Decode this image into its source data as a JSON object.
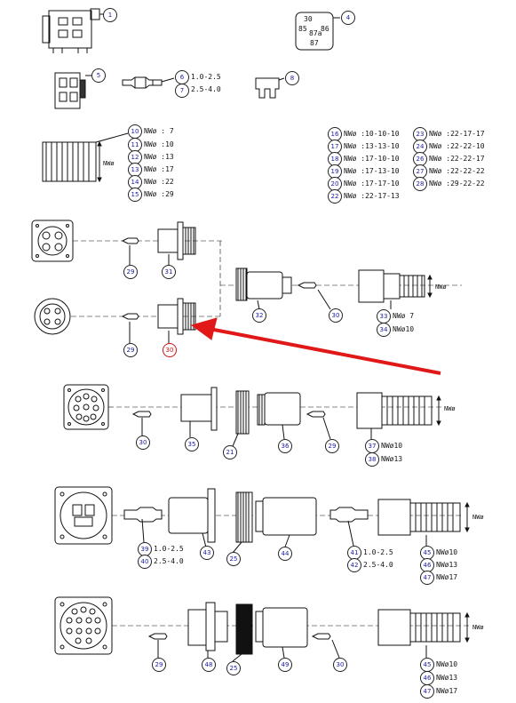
{
  "relay_pins": [
    "30",
    "85",
    "86",
    "87a",
    "87"
  ],
  "wire_ranges": {
    "a": "1.0-2.5",
    "b": "2.5-4.0"
  },
  "nw_tags": {
    "nw7": "NWø : 7",
    "nw10": "NWø :10",
    "nw13": "NWø :13",
    "nw17": "NWø :17",
    "nw22": "NWø :22",
    "nw29": "NWø :29",
    "nw": "NWø",
    "c7": "NWø 7",
    "c10": "NWø10",
    "c13": "NWø13",
    "c17": "NWø17"
  },
  "nw_triples": {
    "t16": "NWø :10-10-10",
    "t17": "NWø :13-13-10",
    "t18": "NWø :17-10-10",
    "t19": "NWø :17-13-10",
    "t20": "NWø :17-17-10",
    "t22": "NWø :22-17-13",
    "t23": "NWø :22-17-17",
    "t24": "NWø :22-22-10",
    "t26": "NWø :22-22-17",
    "t27": "NWø :22-22-22",
    "t28": "NWø :29-22-22"
  },
  "callouts": {
    "c1": "1",
    "c4": "4",
    "c5": "5",
    "c6": "6",
    "c7": "7",
    "c8": "8",
    "c10": "10",
    "c11": "11",
    "c12": "12",
    "c13": "13",
    "c14": "14",
    "c15": "15",
    "c16": "16",
    "c17": "17",
    "c18": "18",
    "c19": "19",
    "c20": "20",
    "c22": "22",
    "c23": "23",
    "c24": "24",
    "c26": "26",
    "c27": "27",
    "c28": "28",
    "c29": "29",
    "c31": "31",
    "c32": "32",
    "c30": "30",
    "c33": "33",
    "c34": "34",
    "c30b": "30",
    "c35": "35",
    "c21": "21",
    "c36": "36",
    "c29b": "29",
    "c37": "37",
    "c38": "38",
    "c39": "39",
    "c40": "40",
    "c43": "43",
    "c25": "25",
    "c44": "44",
    "c41": "41",
    "c42": "42",
    "c45": "45",
    "c46": "46",
    "c47": "47",
    "c29c": "29",
    "c48": "48",
    "c25b": "25",
    "c49": "49",
    "c30c": "30",
    "c45b": "45",
    "c46b": "46",
    "c47b": "47"
  },
  "highlight_color": "#e01818"
}
